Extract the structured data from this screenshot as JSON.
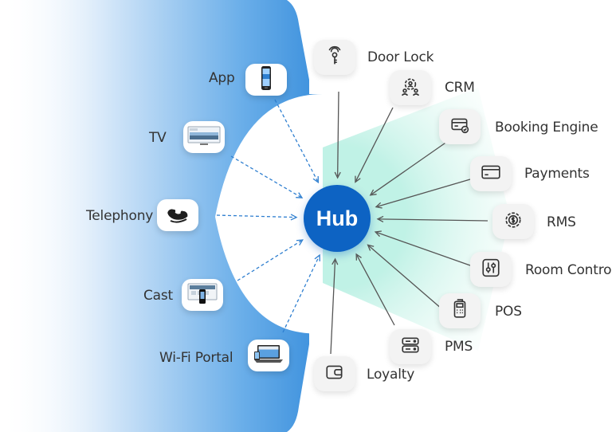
{
  "hub": {
    "label": "Hub"
  },
  "colors": {
    "hub": "#0d63c3",
    "left_panel": "#3a8fdc",
    "connector_dashed": "#2f7fd0",
    "connector_solid": "#555555",
    "right_glow": "#b9f0e3"
  },
  "left_sources": [
    {
      "label": "App",
      "icon": "smartphone-icon"
    },
    {
      "label": "TV",
      "icon": "tv-screen-icon"
    },
    {
      "label": "Telephony",
      "icon": "phone-handset-icon"
    },
    {
      "label": "Cast",
      "icon": "cast-device-icon"
    },
    {
      "label": "Wi-Fi Portal",
      "icon": "laptop-icon"
    }
  ],
  "right_integrations": [
    {
      "label": "Door Lock",
      "icon": "key-lock-icon"
    },
    {
      "label": "CRM",
      "icon": "users-gear-icon"
    },
    {
      "label": "Booking Engine",
      "icon": "card-check-icon"
    },
    {
      "label": "Payments",
      "icon": "credit-card-icon"
    },
    {
      "label": "RMS",
      "icon": "dollar-gear-icon"
    },
    {
      "label": "Room Control",
      "icon": "sliders-icon"
    },
    {
      "label": "POS",
      "icon": "pos-terminal-icon"
    },
    {
      "label": "PMS",
      "icon": "server-rack-icon"
    },
    {
      "label": "Loyalty",
      "icon": "wallet-icon"
    }
  ]
}
